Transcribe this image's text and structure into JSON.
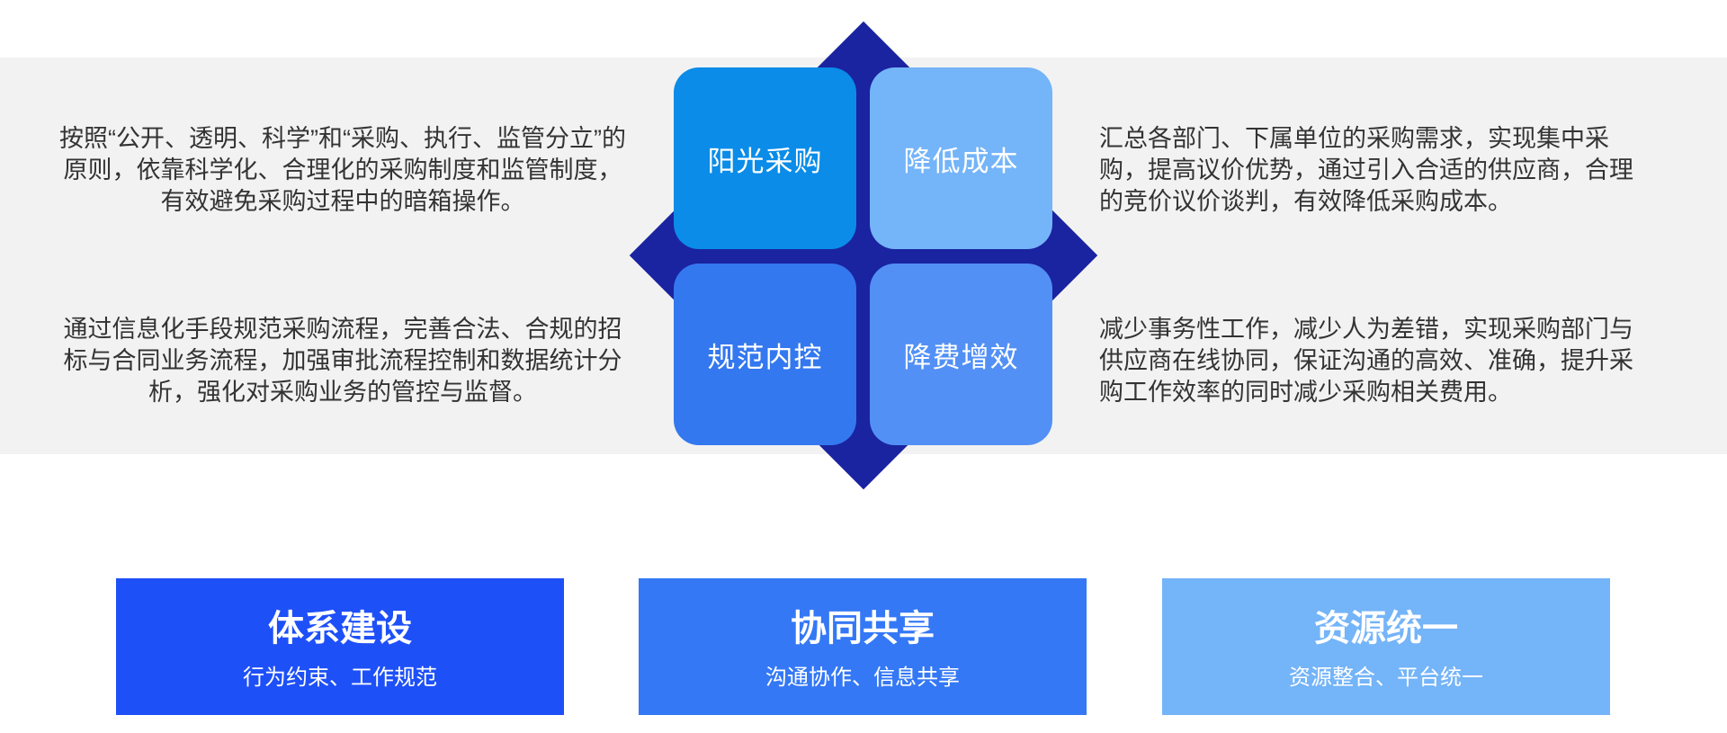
{
  "quadrants": [
    {
      "label": "阳光采购",
      "color": "#0a8ce8"
    },
    {
      "label": "降低成本",
      "color": "#74b4f8"
    },
    {
      "label": "规范内控",
      "color": "#3478f0"
    },
    {
      "label": "降费增效",
      "color": "#5290f5"
    }
  ],
  "descriptions": {
    "top_left": "按照“公开、透明、科学”和“采购、执行、监管分立”的原则，依靠科学化、合理化的采购制度和监管制度，有效避免采购过程中的暗箱操作。",
    "bottom_left": "通过信息化手段规范采购流程，完善合法、合规的招标与合同业务流程，加强审批流程控制和数据统计分析，强化对采购业务的管控与监督。",
    "top_right": "汇总各部门、下属单位的采购需求，实现集中采购，提高议价优势，通过引入合适的供应商，合理的竞价议价谈判，有效降低采购成本。",
    "bottom_right": "减少事务性工作，减少人为差错，实现采购部门与供应商在线协同，保证沟通的高效、准确，提升采购工作效率的同时减少采购相关费用。"
  },
  "cards": [
    {
      "title": "体系建设",
      "subtitle": "行为约束、工作规范",
      "color": "#1e50f8"
    },
    {
      "title": "协同共享",
      "subtitle": "沟通协作、信息共享",
      "color": "#3478f5"
    },
    {
      "title": "资源统一",
      "subtitle": "资源整合、平台统一",
      "color": "#74b4f8"
    }
  ],
  "colors": {
    "diamond": "#1a23a0",
    "band": "#f2f2f2"
  }
}
